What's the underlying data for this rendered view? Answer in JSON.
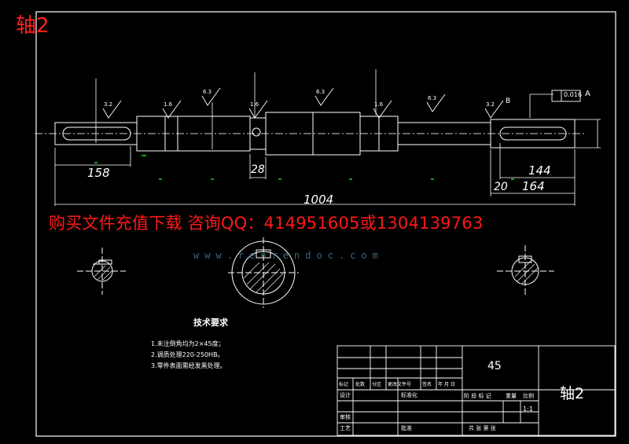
{
  "corner_title": "轴2",
  "ad_text": "购买文件充值下载 咨询QQ：414951605或1304139763",
  "watermark": "www.renrendoc.com",
  "dimensions": {
    "left_len": "158",
    "short_len": "28",
    "total_len": "1004",
    "right_len_a": "144",
    "right_small": "20",
    "right_len_b": "164"
  },
  "roughness": [
    "3.2",
    "1.6",
    "6.3",
    "1.6",
    "6.3",
    "1.6",
    "6.3",
    "3.2"
  ],
  "tolerance_frame": {
    "value": "0.016",
    "datum": "A",
    "datum_b": "B"
  },
  "tech_requirements": {
    "heading": "技术要求",
    "items": [
      "1.未注倒角均为2×45度；",
      "2.调质处理220-250HB。",
      "3.零件表面需经发黑处理。"
    ]
  },
  "title_block": {
    "material": "45",
    "part_name": "轴2",
    "scale": "1:1",
    "header_row": [
      "标记",
      "处数",
      "分区",
      "更改文件号",
      "签名",
      "年 月 日"
    ],
    "row_labels": [
      "设计",
      "审核",
      "工艺"
    ],
    "mid_labels": [
      "标准化",
      "批准"
    ],
    "weight_labels": [
      "阶 段 标 记",
      "重量",
      "比例"
    ],
    "sheet_text": "共    张  第    张"
  }
}
